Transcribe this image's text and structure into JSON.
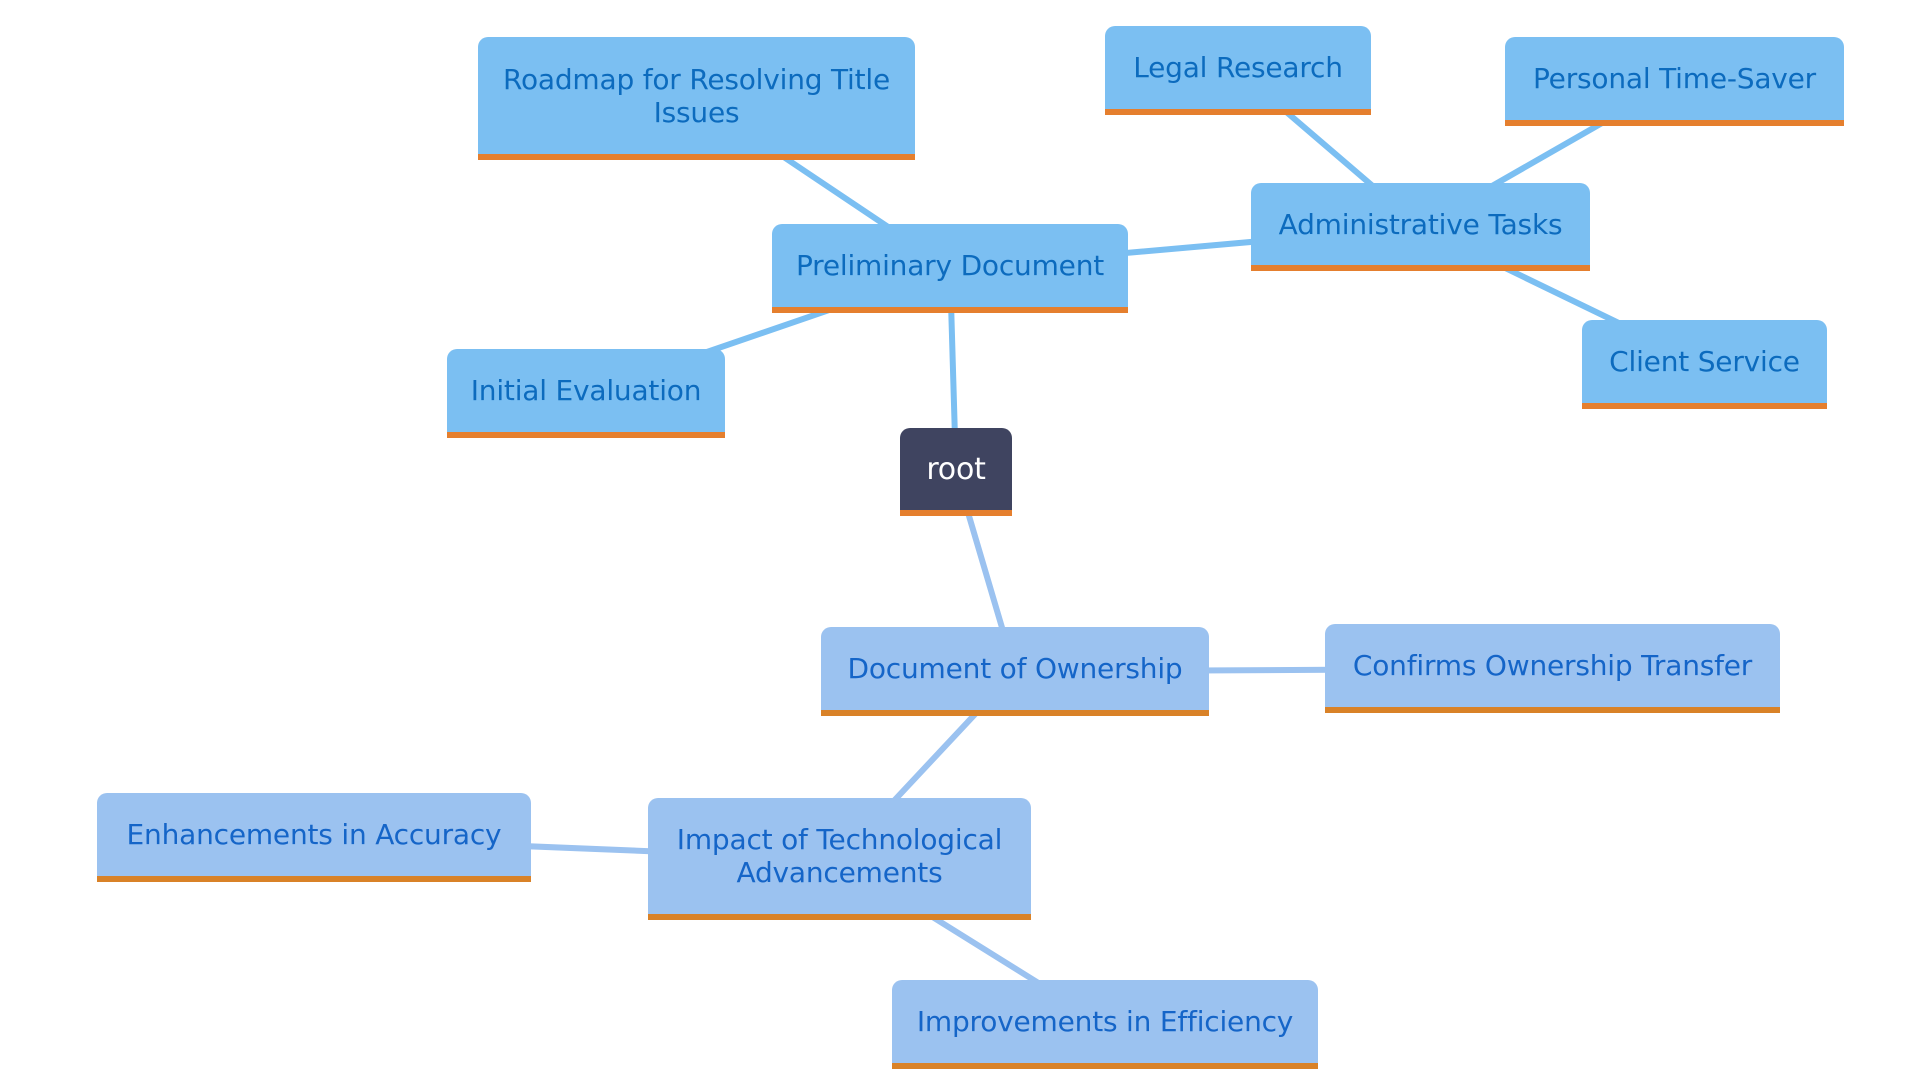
{
  "diagram": {
    "type": "mindmap",
    "colors": {
      "root_fill": "#3F4460",
      "root_text": "#FFFFFF",
      "upper_fill": "#7BBFF2",
      "upper_text": "#0C6BBE",
      "upper_edge": "#7BBFF2",
      "upper_underline": "#E57F2E",
      "lower_fill": "#9BC2F0",
      "lower_text": "#1565C8",
      "lower_edge": "#9BC2F0",
      "lower_underline": "#D98228"
    },
    "nodes": {
      "root": {
        "label": "root"
      },
      "preliminary": {
        "label": "Preliminary Document"
      },
      "roadmap": {
        "label": "Roadmap for Resolving Title Issues"
      },
      "initial": {
        "label": "Initial Evaluation"
      },
      "admin": {
        "label": "Administrative Tasks"
      },
      "legal": {
        "label": "Legal Research"
      },
      "personal": {
        "label": "Personal Time-Saver"
      },
      "client": {
        "label": "Client Service"
      },
      "ownership": {
        "label": "Document of Ownership"
      },
      "confirms": {
        "label": "Confirms Ownership Transfer"
      },
      "impact": {
        "label": "Impact of Technological Advancements"
      },
      "accuracy": {
        "label": "Enhancements in Accuracy"
      },
      "efficiency": {
        "label": "Improvements in Efficiency"
      }
    },
    "edges": [
      {
        "from": "root",
        "to": "preliminary",
        "group": "upper"
      },
      {
        "from": "preliminary",
        "to": "roadmap",
        "group": "upper"
      },
      {
        "from": "preliminary",
        "to": "initial",
        "group": "upper"
      },
      {
        "from": "preliminary",
        "to": "admin",
        "group": "upper"
      },
      {
        "from": "admin",
        "to": "legal",
        "group": "upper"
      },
      {
        "from": "admin",
        "to": "personal",
        "group": "upper"
      },
      {
        "from": "admin",
        "to": "client",
        "group": "upper"
      },
      {
        "from": "root",
        "to": "ownership",
        "group": "lower"
      },
      {
        "from": "ownership",
        "to": "confirms",
        "group": "lower"
      },
      {
        "from": "ownership",
        "to": "impact",
        "group": "lower"
      },
      {
        "from": "impact",
        "to": "accuracy",
        "group": "lower"
      },
      {
        "from": "impact",
        "to": "efficiency",
        "group": "lower"
      }
    ]
  }
}
